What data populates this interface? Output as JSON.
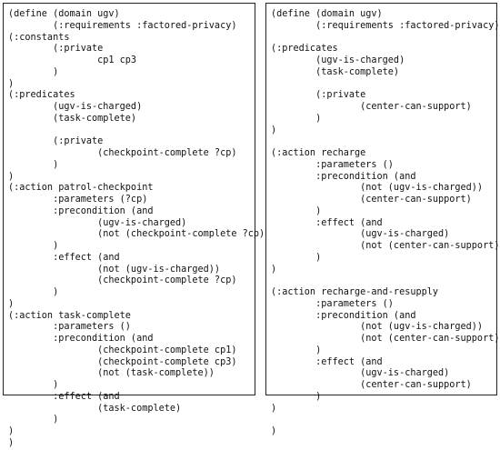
{
  "left_panel": {
    "lines": [
      "(define (domain ugv)",
      "        (:requirements :factored-privacy)",
      "(:constants",
      "        (:private",
      "                cp1 cp3",
      "        )",
      ")",
      "(:predicates",
      "        (ugv-is-charged)",
      "        (task-complete)",
      "",
      "        (:private",
      "                (checkpoint-complete ?cp)",
      "        )",
      ")",
      "(:action patrol-checkpoint",
      "        :parameters (?cp)",
      "        :precondition (and",
      "                (ugv-is-charged)",
      "                (not (checkpoint-complete ?cp))",
      "        )",
      "        :effect (and",
      "                (not (ugv-is-charged))",
      "                (checkpoint-complete ?cp)",
      "        )",
      ")",
      "(:action task-complete",
      "        :parameters ()",
      "        :precondition (and",
      "                (checkpoint-complete cp1)",
      "                (checkpoint-complete cp3)",
      "                (not (task-complete))",
      "        )",
      "        :effect (and",
      "                (task-complete)",
      "        )",
      ")",
      ")"
    ]
  },
  "right_panel": {
    "lines": [
      "(define (domain ugv)",
      "        (:requirements :factored-privacy)",
      "",
      "(:predicates",
      "        (ugv-is-charged)",
      "        (task-complete)",
      "",
      "        (:private",
      "                (center-can-support)",
      "        )",
      ")",
      "",
      "(:action recharge",
      "        :parameters ()",
      "        :precondition (and",
      "                (not (ugv-is-charged))",
      "                (center-can-support)",
      "        )",
      "        :effect (and",
      "                (ugv-is-charged)",
      "                (not (center-can-support))",
      "        )",
      ")",
      "",
      "(:action recharge-and-resupply",
      "        :parameters ()",
      "        :precondition (and",
      "                (not (ugv-is-charged))",
      "                (not (center-can-support))",
      "        )",
      "        :effect (and",
      "                (ugv-is-charged)",
      "                (center-can-support)",
      "        )",
      ")",
      "",
      ")"
    ]
  }
}
